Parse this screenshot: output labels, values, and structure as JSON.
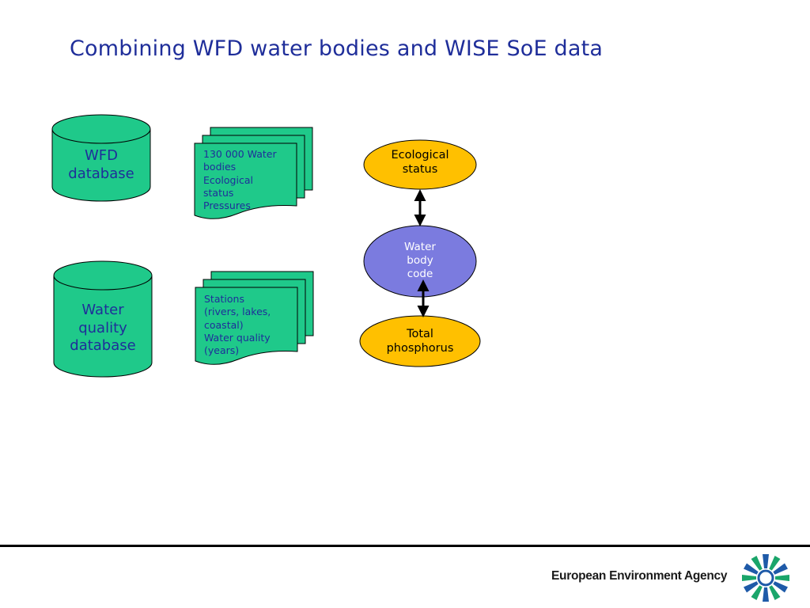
{
  "slide": {
    "title": "Combining WFD water bodies and WISE SoE data"
  },
  "diagram": {
    "databases": [
      {
        "label": "WFD\ndatabase"
      },
      {
        "label": "Water\nquality\ndatabase"
      }
    ],
    "documents": [
      {
        "text": "130 000 Water\nbodies\nEcological\nstatus\nPressures"
      },
      {
        "text": "Stations\n(rivers, lakes,\ncoastal)\nWater quality\n(years)"
      }
    ],
    "ellipses": [
      {
        "label": "Ecological\nstatus",
        "color": "#ffc000"
      },
      {
        "label": "Water\nbody\ncode",
        "color": "#7b7bdf"
      },
      {
        "label": "Total\nphosphorus",
        "color": "#ffc000"
      }
    ],
    "colors": {
      "shape_fill": "#1fc98a",
      "text_blue": "#1f2e9a"
    }
  },
  "footer": {
    "agency_name": "European Environment Agency",
    "logo_icon": "eea-logo-icon"
  }
}
